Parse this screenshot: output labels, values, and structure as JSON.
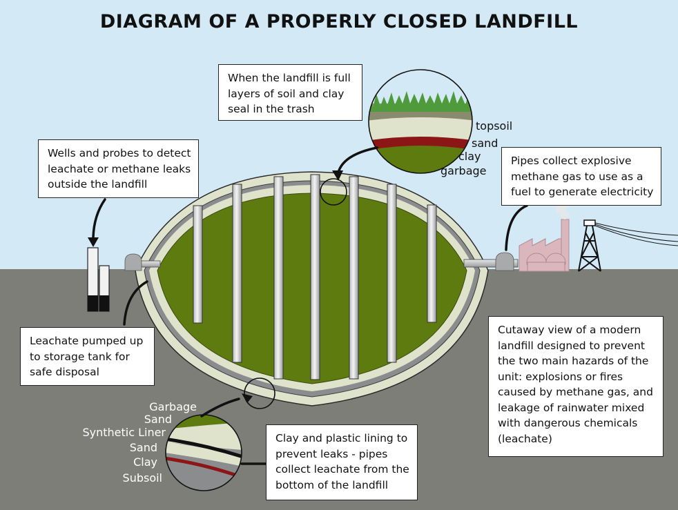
{
  "title": "DIAGRAM OF A PROPERLY CLOSED LANDFILL",
  "callouts": {
    "cap": "When the landfill is full\nlayers of soil and clay\nseal in the trash",
    "wells": "Wells and probes to detect\nleachate or methane leaks\noutside the landfill",
    "pipes": "Pipes collect explosive\nmethane gas to use as a\nfuel to generate electricity",
    "leachate": "Leachate pumped up\nto storage tank for\nsafe disposal",
    "lining": "Clay and plastic lining to\nprevent leaks - pipes\ncollect leachate from the\nbottom of the landfill",
    "cutaway": "Cutaway view of a modern\nlandfill designed to prevent\nthe two main hazards of the\nunit: explosions or fires\ncaused by methane gas, and\nleakage of rainwater mixed\nwith dangerous chemicals\n(leachate)"
  },
  "cap_layers": [
    "topsoil",
    "sand",
    "clay",
    "garbage"
  ],
  "liner_layers": [
    "Garbage",
    "Sand",
    "Synthetic Liner",
    "Sand",
    "Clay",
    "Subsoil"
  ],
  "colors": {
    "sky": "#d3e9f5",
    "ground": "#7d7e78",
    "garbage": "#5e7b10",
    "clay": "#8c1515",
    "sand": "#dfe3cc",
    "topsoil": "#8a8b6e",
    "grass": "#4f9a3a",
    "pipe": "#8b8c8e"
  }
}
